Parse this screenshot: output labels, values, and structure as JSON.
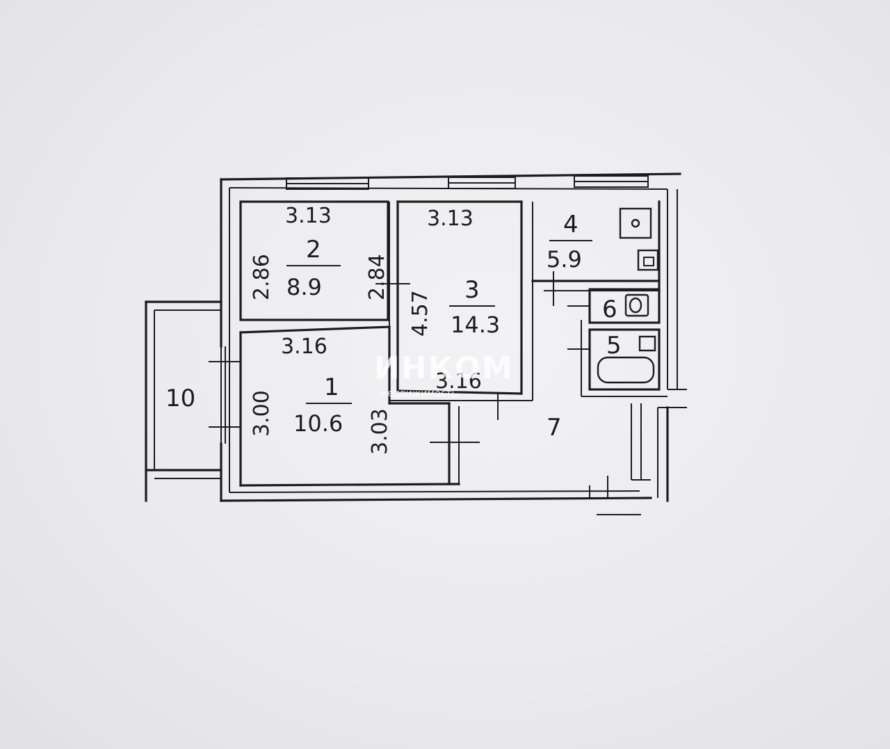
{
  "rooms": {
    "r1": {
      "number": "1",
      "area": "10.6",
      "width_top": "3.16",
      "height_left": "3.00",
      "height_right": "3.03"
    },
    "r2": {
      "number": "2",
      "area": "8.9",
      "width_top": "3.13",
      "height_left": "2.86",
      "height_right": "2.84"
    },
    "r3": {
      "number": "3",
      "area": "14.3",
      "width_top": "3.13",
      "width_bottom": "3.16",
      "height_left": "4.57"
    },
    "r4": {
      "number": "4",
      "area": "5.9"
    },
    "r5": {
      "number": "5"
    },
    "r6": {
      "number": "6"
    },
    "r7": {
      "number": "7"
    },
    "r10": {
      "number": "10"
    }
  },
  "watermark": {
    "brand": "ИНКОМ",
    "sub": "недвижимость"
  }
}
